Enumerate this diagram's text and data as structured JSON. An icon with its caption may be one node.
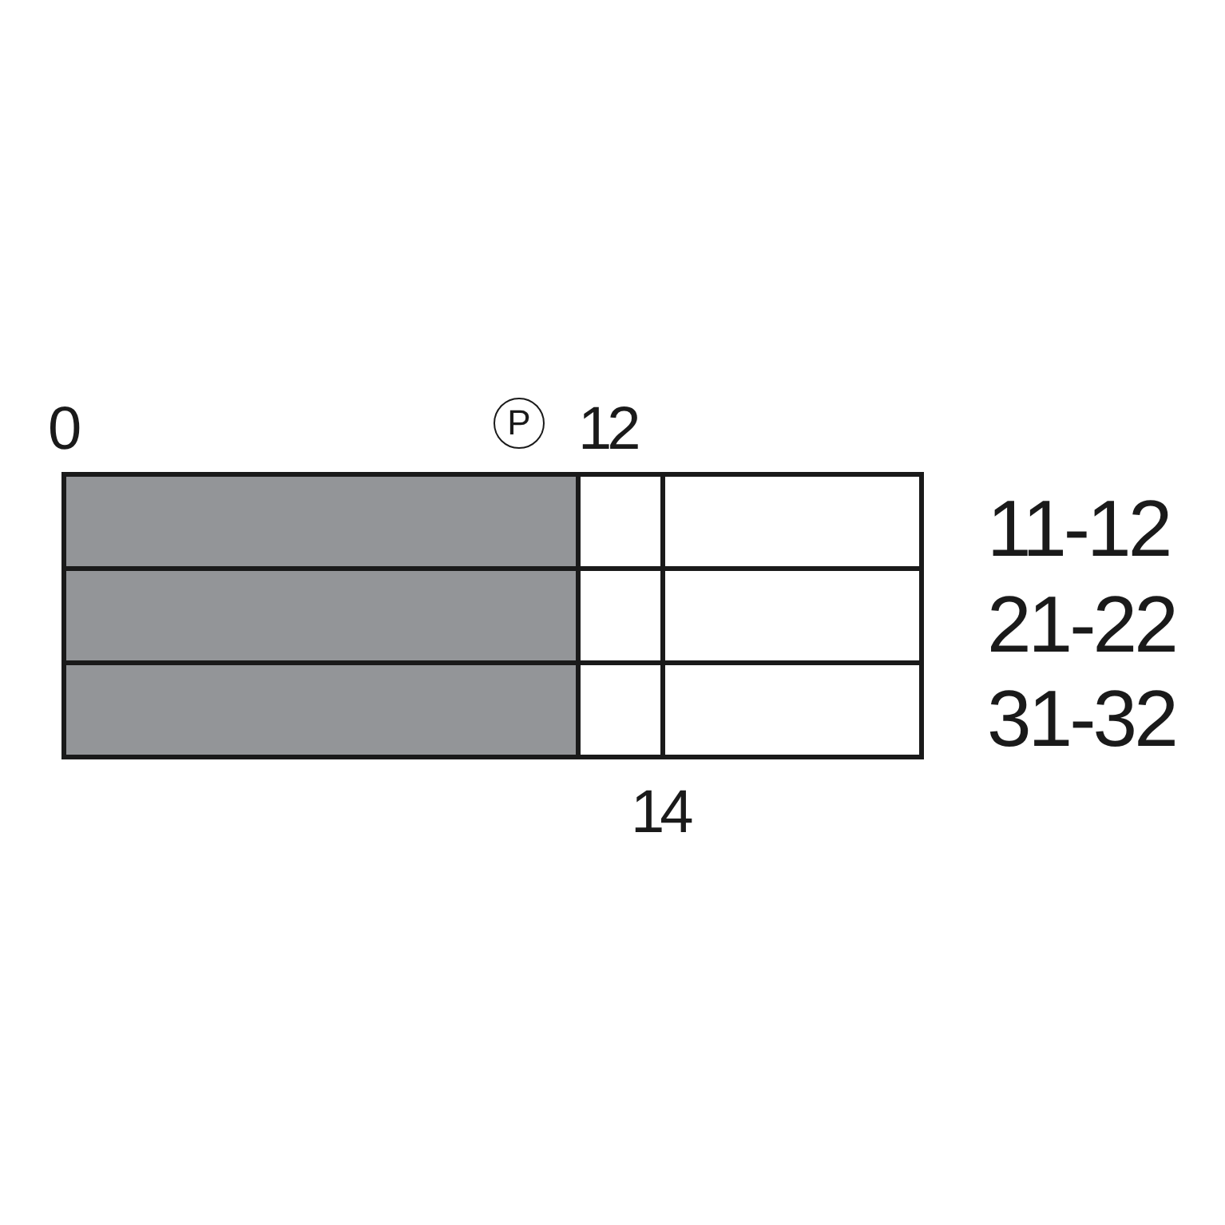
{
  "diagram": {
    "nodes": [
      {
        "text": [
          "P"
        ]
      }
    ],
    "labels": [
      "0",
      "12",
      "11-12",
      "21-22",
      "31-32",
      "14"
    ]
  }
}
